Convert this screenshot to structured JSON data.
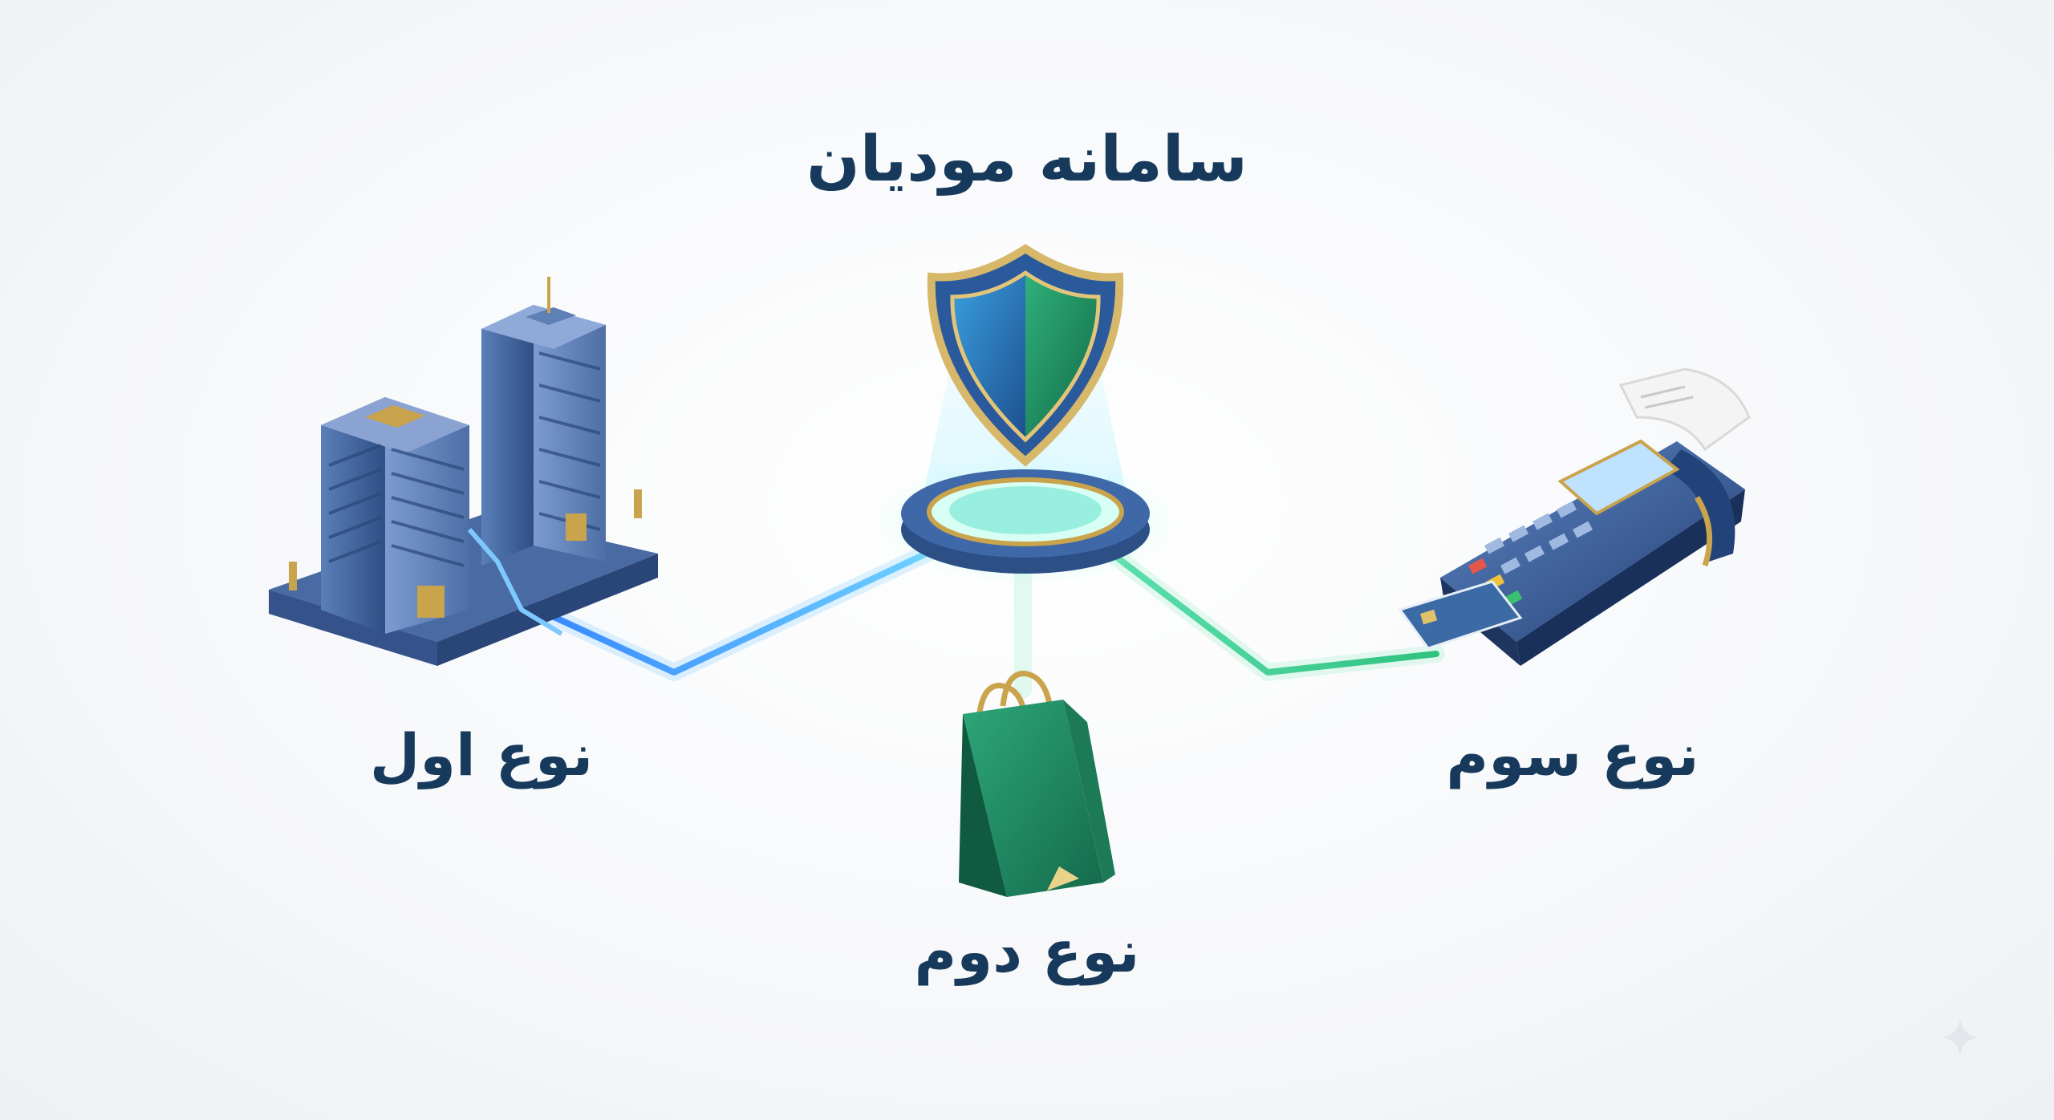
{
  "title": "سامانه مودیان",
  "nodes": {
    "first": {
      "label": "نوع اول",
      "icon": "office-buildings-icon"
    },
    "second": {
      "label": "نوع دوم",
      "icon": "shopping-bag-icon"
    },
    "third": {
      "label": "نوع سوم",
      "icon": "pos-terminal-icon"
    }
  },
  "hub": {
    "icon": "shield-icon"
  },
  "colors": {
    "text": "#173a5c",
    "blue_line": "#4aa8ff",
    "green_line": "#3ddc97",
    "navy": "#2c4f86",
    "gold": "#c9a44c",
    "green": "#1f8a5e"
  }
}
